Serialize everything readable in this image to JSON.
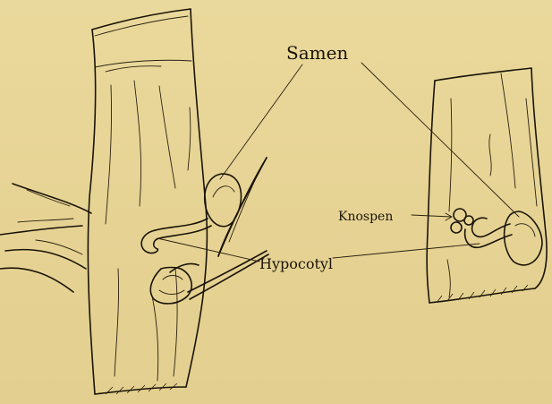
{
  "labels": {
    "seed": "Samen",
    "buds": "Knospen",
    "hypocotyl": "Hypocotyl"
  }
}
